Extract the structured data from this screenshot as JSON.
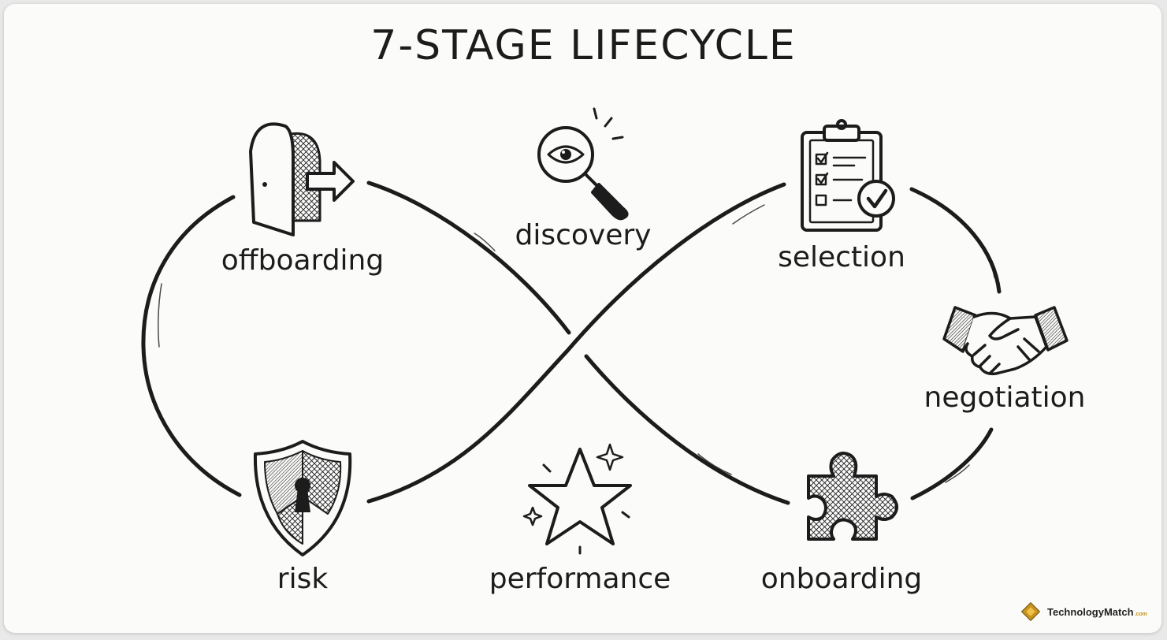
{
  "title": "7-STAGE LIFECYCLE",
  "stages": [
    {
      "label": "discovery",
      "icon": "magnifier-eye-icon"
    },
    {
      "label": "selection",
      "icon": "clipboard-checklist-icon"
    },
    {
      "label": "negotiation",
      "icon": "handshake-icon"
    },
    {
      "label": "onboarding",
      "icon": "puzzle-piece-icon"
    },
    {
      "label": "performance",
      "icon": "star-icon"
    },
    {
      "label": "risk",
      "icon": "shield-keyhole-icon"
    },
    {
      "label": "offboarding",
      "icon": "door-exit-icon"
    }
  ],
  "brand": {
    "name": "TechnologyMatch",
    "tld": ".com",
    "logo_color": "#c8941e"
  },
  "colors": {
    "ink": "#1c1c1c",
    "paper": "#fbfbfa"
  }
}
